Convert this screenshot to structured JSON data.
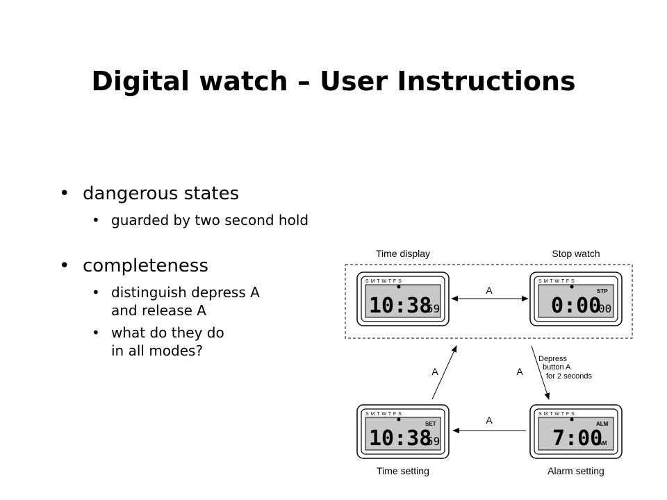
{
  "title": "Digital watch – User Instructions",
  "bullets": {
    "dangerous": "dangerous states",
    "guarded": "guarded by two second hold",
    "completeness": "completeness",
    "distinguish_1": "distinguish depress A",
    "distinguish_2": "and release A",
    "what_1": "what do they do",
    "what_2": "in all modes?"
  },
  "diagram": {
    "labels": {
      "time_display": "Time display",
      "stop_watch": "Stop watch",
      "time_setting": "Time setting",
      "alarm_setting": "Alarm setting"
    },
    "transitions": {
      "display_stop": "A",
      "alarm_setting": "A",
      "setting_display": "A",
      "stop_alarm": "A",
      "hold_note_1": "Depress",
      "hold_note_2": "button A",
      "hold_note_3": "for 2 seconds"
    },
    "watches": {
      "days": "S M T W T F S",
      "display": {
        "main": "10:38",
        "small": "59",
        "mode": ""
      },
      "stop": {
        "main": "0:00",
        "small": "00",
        "mode": "STP"
      },
      "setting": {
        "main": "10:38",
        "small": "59",
        "mode": "SET"
      },
      "alarm": {
        "main": "7:00",
        "small": "AM",
        "mode": "ALM"
      }
    }
  }
}
